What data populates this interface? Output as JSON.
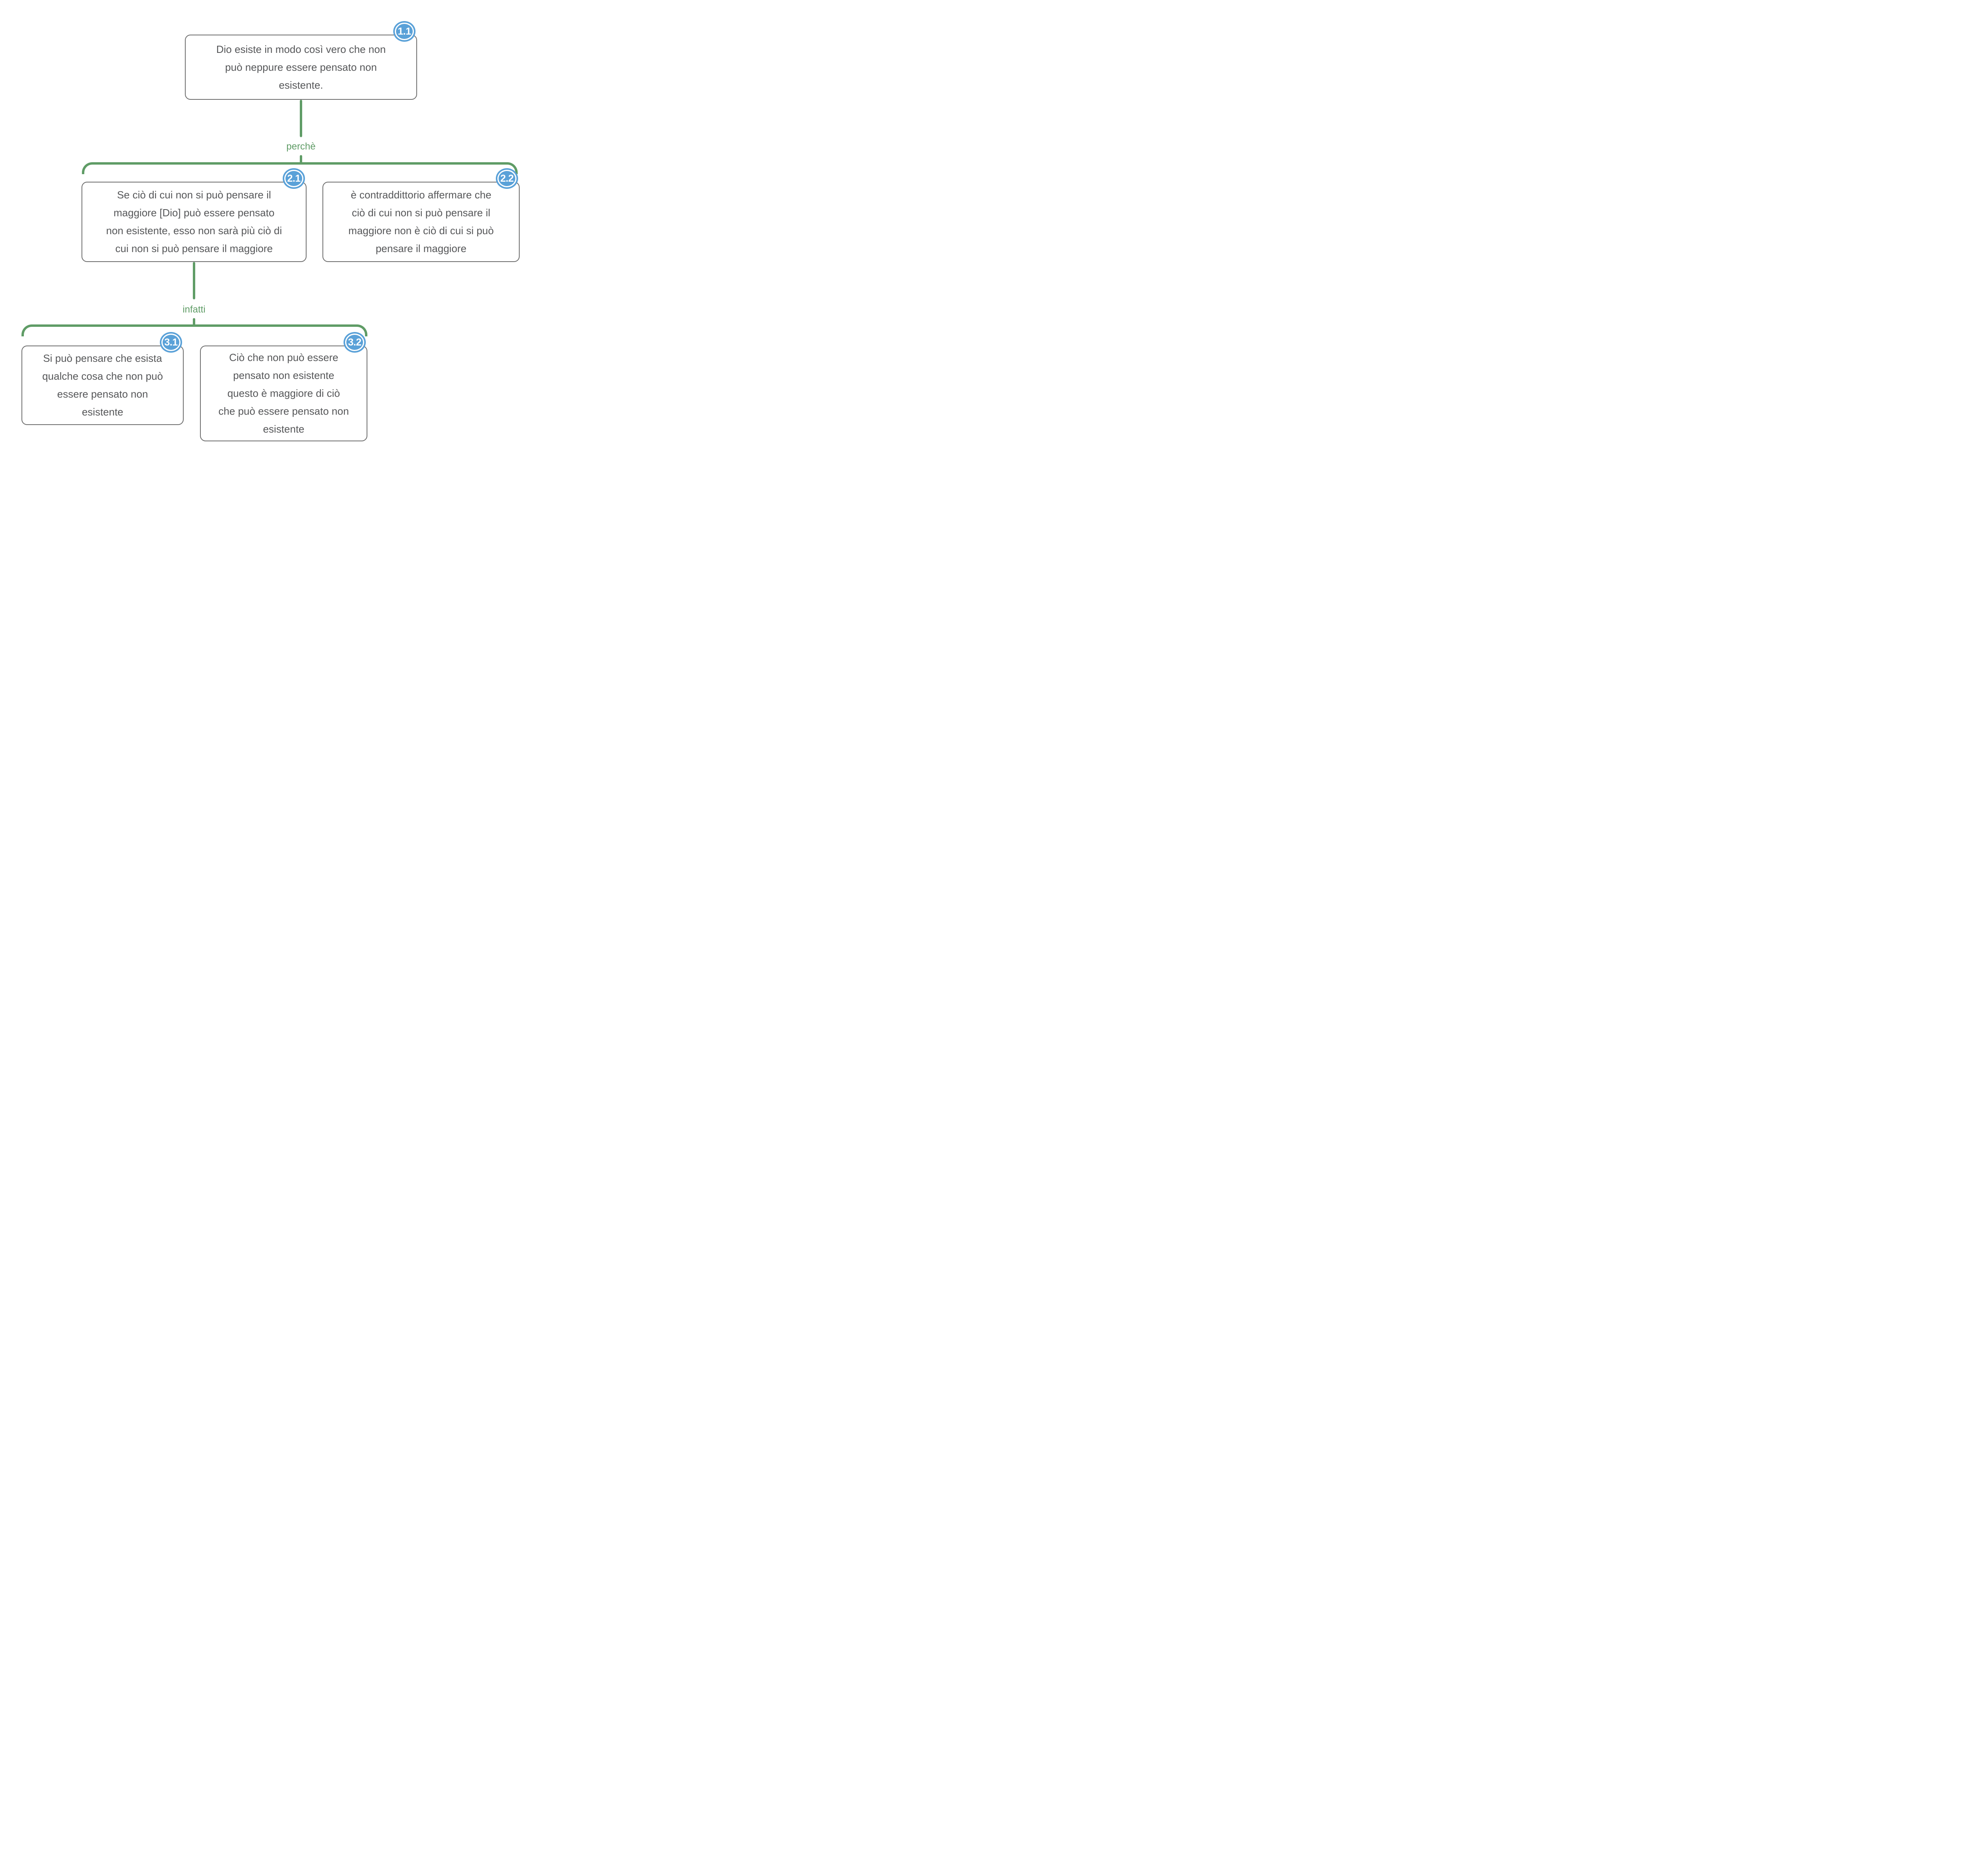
{
  "diagram": {
    "nodes": [
      {
        "id": "1.1",
        "text": "Dio esiste in modo così vero che non\npuò neppure essere pensato non\nesistente."
      },
      {
        "id": "2.1",
        "text": "Se ciò di cui non si può pensare il\nmaggiore [Dio] può essere pensato\nnon esistente, esso non sarà più ciò di\ncui non si può pensare il maggiore"
      },
      {
        "id": "2.2",
        "text": "è contraddittorio affermare che\nciò di cui non si può pensare il\nmaggiore non è ciò di cui si può\npensare il maggiore"
      },
      {
        "id": "3.1",
        "text": "Si può pensare che esista\nqualche cosa che non può\nessere pensato non\nesistente"
      },
      {
        "id": "3.2",
        "text": "Ciò che non può essere\npensato non esistente\nquesto è maggiore di ciò\nche può essere pensato non\nesistente"
      }
    ],
    "edges": [
      {
        "from": "1.1",
        "to": [
          "2.1",
          "2.2"
        ],
        "label": "perchè"
      },
      {
        "from": "2.1",
        "to": [
          "3.1",
          "3.2"
        ],
        "label": "infatti"
      }
    ],
    "colors": {
      "connector_green": "#5F9C66",
      "badge_blue": "#5AA1D8",
      "box_border_gray": "#6E6E6E",
      "text_gray": "#565759",
      "background": "#FFFFFF"
    }
  }
}
